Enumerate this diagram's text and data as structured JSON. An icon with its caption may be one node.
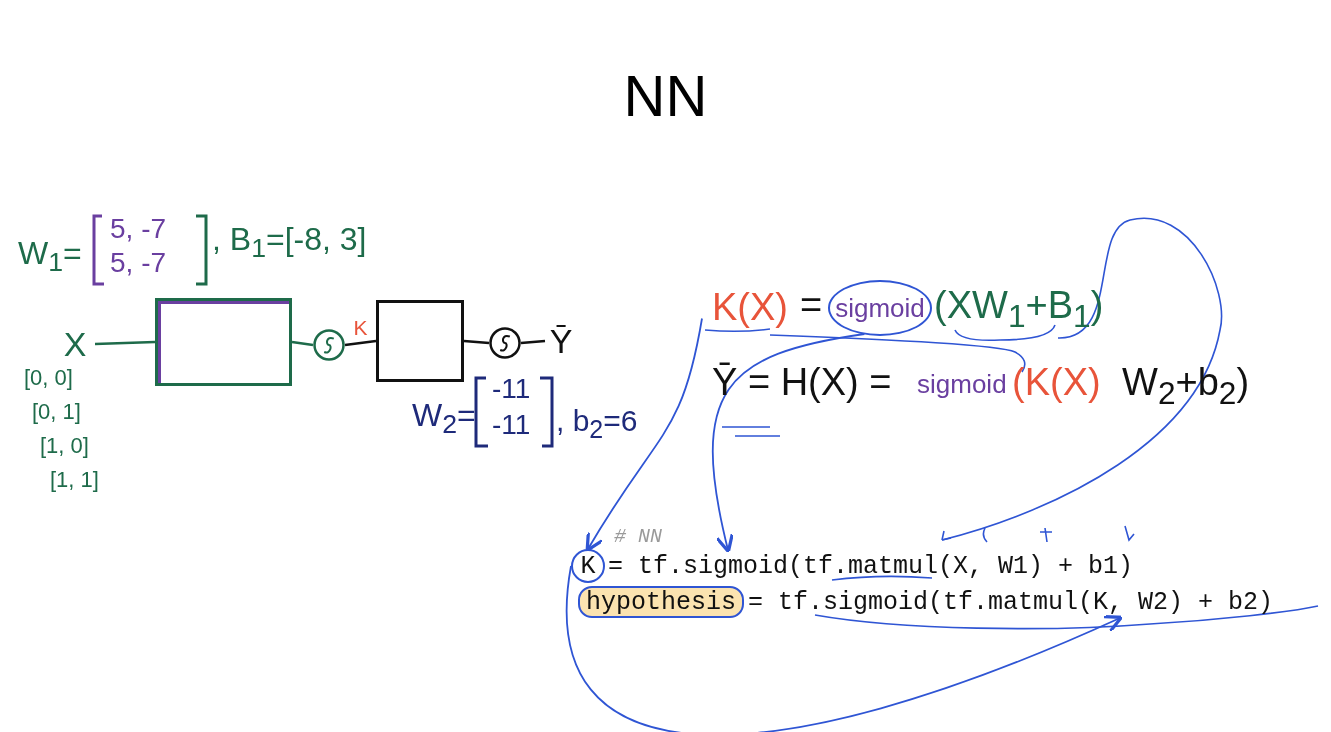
{
  "diagram": {
    "title": "NN",
    "nodes": [
      {
        "text": [
          "X"
        ]
      },
      {
        "text": [],
        "shape": "box"
      },
      {
        "text": [],
        "shape": "circle"
      },
      {
        "text": [],
        "shape": "box"
      },
      {
        "text": [],
        "shape": "circle"
      },
      {
        "text": [
          "Ȳ"
        ]
      },
      {
        "text": [
          "K(X)"
        ]
      },
      {
        "text": [
          "sigmoid"
        ],
        "beside": [
          "(XW$_{1}$+B$_{1}$)"
        ]
      },
      {
        "text": [
          "K"
        ]
      },
      {
        "text": [
          "hypothesis"
        ]
      },
      {
        "text": [
          "= tf.sigmoid(tf.matmul(X, W1) + b1)"
        ]
      },
      {
        "text": [
          "= tf.sigmoid(tf.matmul(K, W2) + b2)"
        ]
      }
    ],
    "edges": [
      {
        "from": 0,
        "to": 1,
        "arrow": "none",
        "color": "#1e6b4a"
      },
      {
        "from": 1,
        "to": 2,
        "arrow": "none",
        "color": "#1e6b4a"
      },
      {
        "from": 2,
        "to": 3,
        "arrow": "none",
        "label": "K"
      },
      {
        "from": 3,
        "to": 4,
        "arrow": "none"
      },
      {
        "from": 4,
        "to": 5,
        "arrow": "none"
      },
      {
        "from": 6,
        "to": 8,
        "arrow": "to",
        "color": "#2f55d4"
      },
      {
        "from": 7,
        "to": 10,
        "arrow": "to",
        "color": "#2f55d4"
      },
      {
        "from": 8,
        "to": 11,
        "arrow": "to",
        "color": "#2f55d4"
      }
    ],
    "labels": [
      "W$_{1}$=",
      "5, -7",
      "5, -7",
      ", B$_{1}$=[-8, 3]",
      "[0, 0]",
      "[0, 1]",
      "[1, 0]",
      "[1, 1]",
      "W$_{2}$=",
      "-11",
      "-11",
      ", b$_{2}$=6",
      "=",
      "Ȳ = H(X) =",
      "sigmoid",
      "(K(X)",
      "W$_{2}$+b$_{2}$)",
      "# NN"
    ]
  }
}
